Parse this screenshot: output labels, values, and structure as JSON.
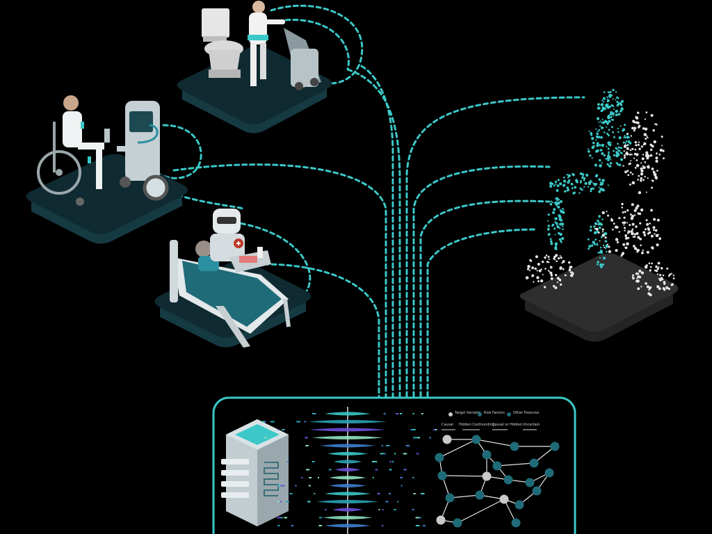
{
  "colors": {
    "background": "#000000",
    "accent": "#3cc8c8",
    "platform_dark": "#0f2a30",
    "platform_rim": "#1d4a52",
    "platform_gray": "#3a3a3a",
    "node_teal": "#1f6b78",
    "node_gray": "#c9c9c9"
  },
  "scenes": [
    {
      "id": "scene-toilet-cleaning",
      "icon": "toilet-cleaning-robot-icon"
    },
    {
      "id": "scene-wheelchair-assist",
      "icon": "wheelchair-robot-icon"
    },
    {
      "id": "scene-bed-care",
      "icon": "bed-care-robot-icon"
    },
    {
      "id": "scene-point-cloud",
      "icon": "point-cloud-figure-icon"
    }
  ],
  "panel": {
    "icons": [
      "server-icon",
      "waveform-plot-icon",
      "causal-graph-icon"
    ],
    "legend": {
      "node_types": [
        "Target Variable",
        "Risk Factors",
        "Other Features"
      ],
      "edge_types": [
        "Causal",
        "Hidden Confounding",
        "Causal or Hidden",
        "Uncertain"
      ]
    }
  }
}
